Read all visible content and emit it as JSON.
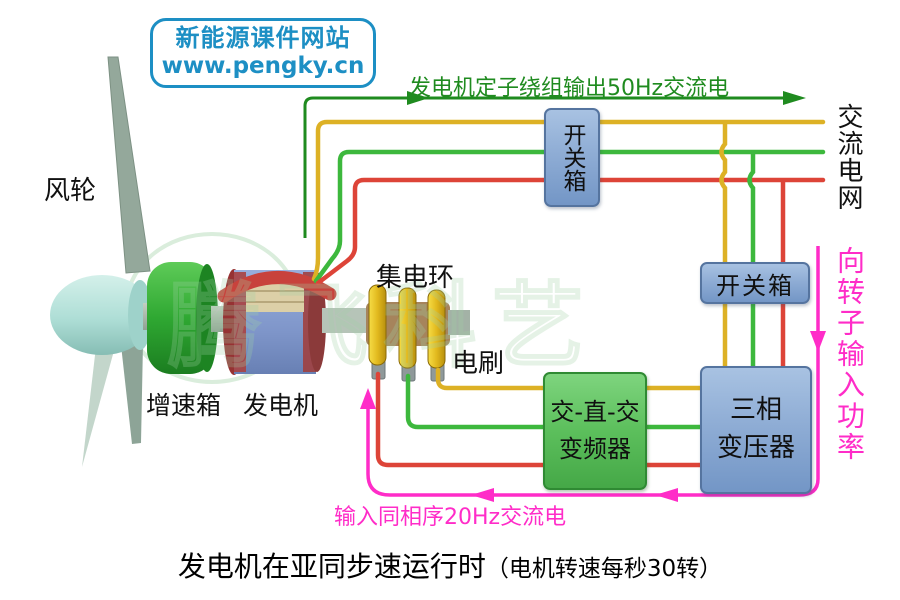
{
  "logo": {
    "site_name": "新能源课件网站",
    "site_url": "www.pengky.cn"
  },
  "labels": {
    "wind_wheel": "风轮",
    "gearbox": "增速箱",
    "generator": "发电机",
    "slip_ring": "集电环",
    "brush": "电刷",
    "ac_grid": "交流电网"
  },
  "boxes": {
    "switch_box_top": "开关箱",
    "switch_box_right": "开关箱",
    "converter": {
      "line1": "交-直-交",
      "line2": "变频器"
    },
    "transformer": {
      "line1": "三相",
      "line2": "变压器"
    }
  },
  "annotations": {
    "stator_output": "发电机定子绕组输出50Hz交流电",
    "rotor_power": "向转子输入功率",
    "rotor_input": "输入同相序20Hz交流电"
  },
  "title": {
    "main": "发电机在亚同步速运行时",
    "paren": "（电机转速每秒30转）"
  },
  "watermark": "腾飞科艺",
  "colors": {
    "wire_yellow": "#ddb125",
    "wire_green": "#3db83d",
    "wire_red": "#dd4438",
    "stator_arrow_green": "#1f8b1f",
    "rotor_magenta": "#ff2cc8",
    "box_blue": "#8fadd5",
    "box_green": "#5cbf5c",
    "logo_teal": "#1d8fc4",
    "gearbox_green": "#2fa832",
    "hub_cyan": "#b7e2dc",
    "slip_ring_gold": "#e8c020"
  }
}
